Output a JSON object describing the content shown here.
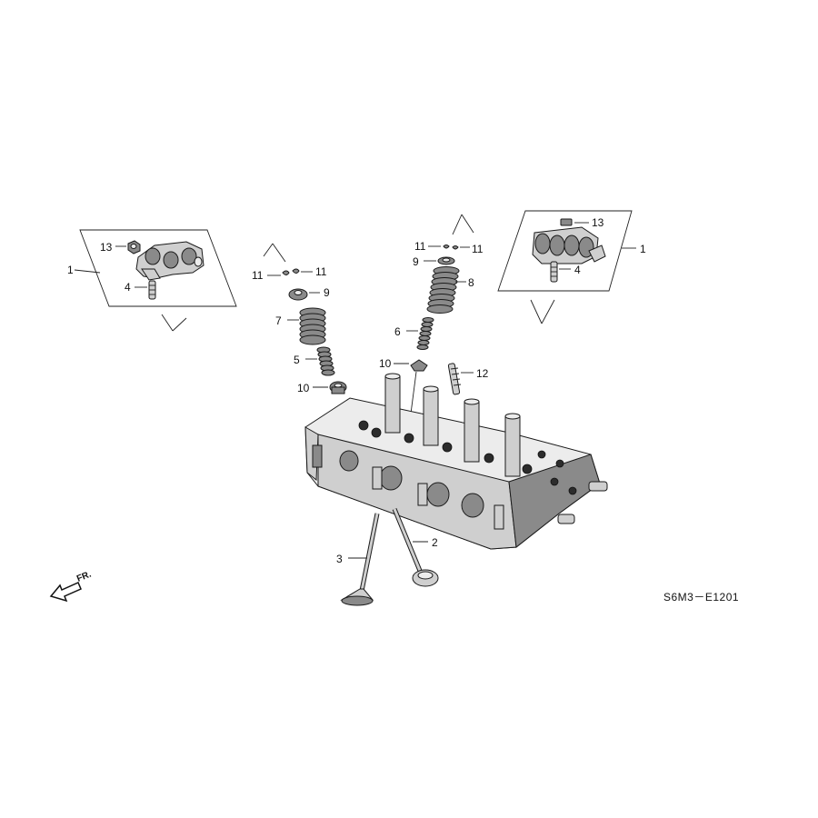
{
  "diagram": {
    "code": "S6M3－E1201",
    "direction_label": "FR.",
    "callouts": {
      "c1_left": "1",
      "c13_left": "13",
      "c4_left": "4",
      "c11_a": "11",
      "c11_b": "11",
      "c9_left": "9",
      "c7": "7",
      "c5": "5",
      "c10_left": "10",
      "c11_c": "11",
      "c11_d": "11",
      "c9_right": "9",
      "c8": "8",
      "c6": "6",
      "c10_right": "10",
      "c12": "12",
      "c13_right": "13",
      "c1_right": "1",
      "c4_right": "4",
      "c3": "3",
      "c2": "2"
    }
  }
}
